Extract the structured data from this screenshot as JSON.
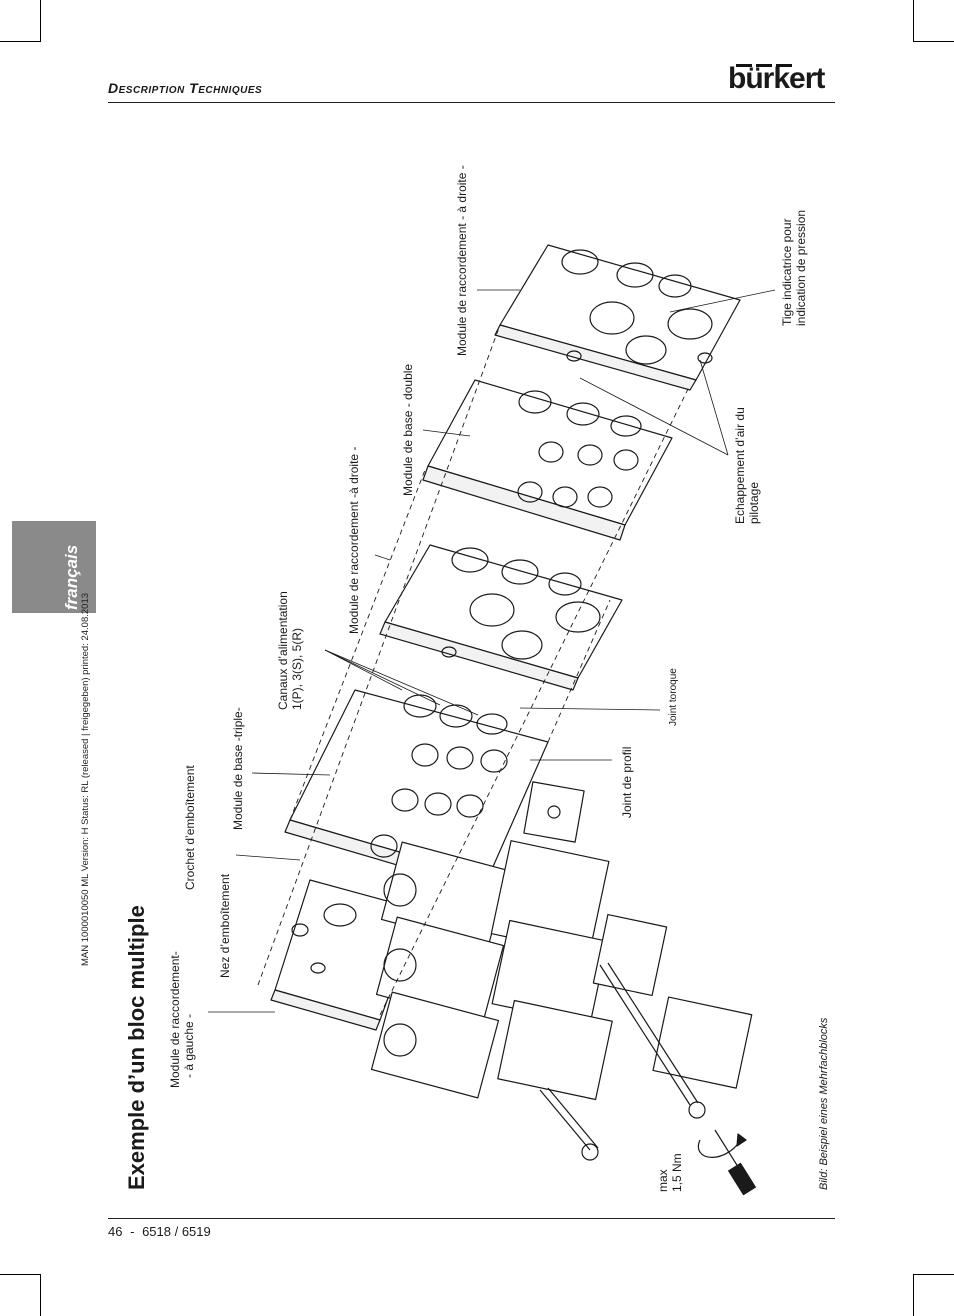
{
  "header": {
    "title_prefix_1": "D",
    "title_rest_1": "escription",
    "title_prefix_2": "T",
    "title_rest_2": "echniques",
    "logo": "bürkert"
  },
  "side_tab": {
    "language": "français"
  },
  "margin_status": "MAN  1000010050  ML  Version: H  Status: RL (released | freigegeben)  printed: 24.08.2013",
  "page_title": "Exemple d’un bloc multiple",
  "labels": {
    "module_raccordement_gauche_1": "Module de raccordement-",
    "module_raccordement_gauche_2": "- à gauche -",
    "nez_emboitement": "Nez d’emboîtement",
    "crochet_emboitement": "Crochet d’emboîtement",
    "module_base_triple": "Module de base -triple-",
    "canaux_alimentation_1": "Canaux d’alimentation",
    "canaux_alimentation_2": "1(P), 3(S), 5(R)",
    "module_raccordement_droite_mid": "Module de raccordement -à droite -",
    "module_base_double": "Module de base - double",
    "module_raccordement_droite_top": "Module de raccordement - à droite -",
    "joint_profil": "Joint de profil",
    "joint_toroque": "Joint toroque",
    "echappement_1": "Echappement d’air du",
    "echappement_2": "pilotage",
    "tige_1": "Tige indicatrice pour",
    "tige_2": "indication de pression",
    "torque_1": "max",
    "torque_2": "1,5 Nm",
    "caption": "Bild: Beispiel eines Mehrfachblocks"
  },
  "footer": {
    "page_number": "46",
    "separator": "-",
    "model": "6518 / 6519"
  }
}
